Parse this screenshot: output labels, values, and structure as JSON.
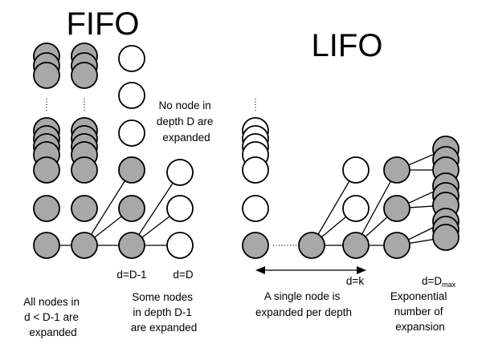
{
  "fifo": {
    "title": "FIFO",
    "label_no_node": [
      "No node in",
      "depth D are",
      "expanded"
    ],
    "label_all_nodes": [
      "All nodes in",
      "d < D-1 are",
      "expanded"
    ],
    "label_some_nodes": [
      "Some nodes",
      "in depth D-1",
      "are expanded"
    ],
    "depth_label_d_minus_1": "d=D-1",
    "depth_label_d": "d=D"
  },
  "lifo": {
    "title": "LIFO",
    "label_single_node": [
      "A single node is",
      "expanded per depth"
    ],
    "label_exponential": [
      "Exponential",
      "number of",
      "expansion"
    ],
    "depth_label_k": "d=k",
    "depth_label_dmax_prefix": "d=D",
    "depth_label_dmax_sub": "max"
  }
}
